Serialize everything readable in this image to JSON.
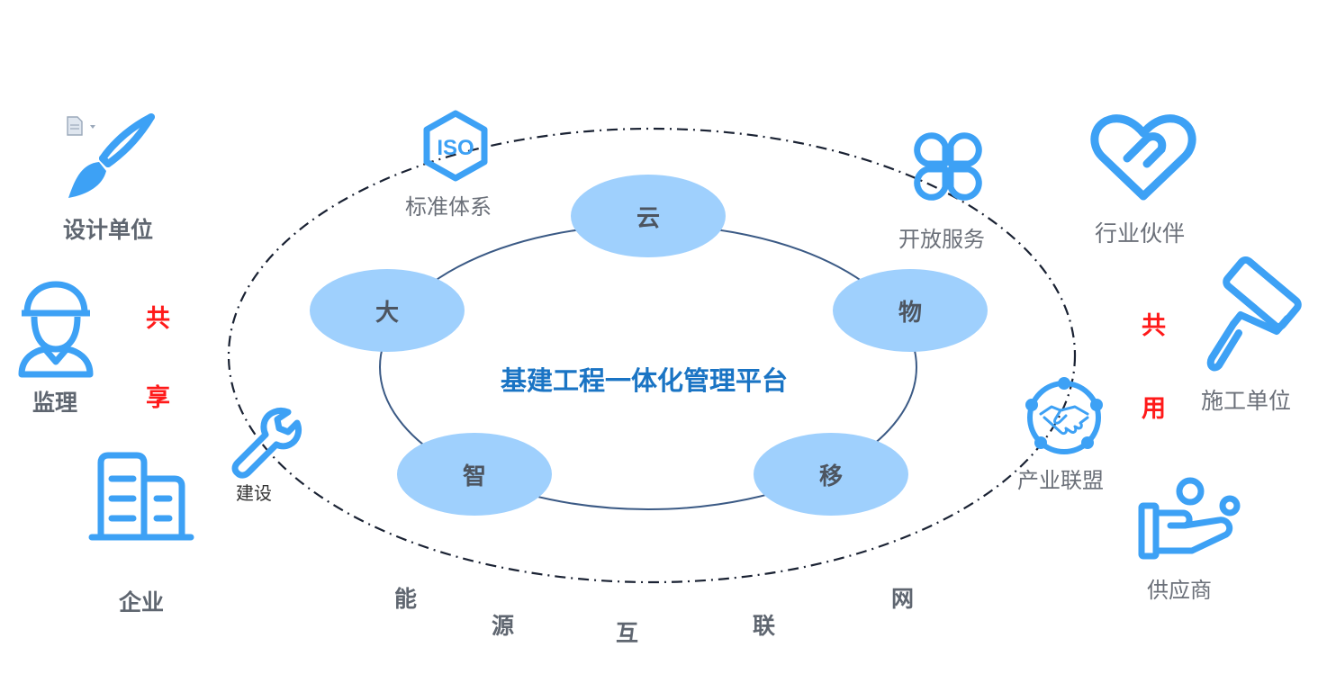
{
  "center_title": "基建工程一体化管理平台",
  "nodes": {
    "cloud": "云",
    "big": "大",
    "thing": "物",
    "smart": "智",
    "mobile": "移"
  },
  "outer_items": {
    "standard": "标准体系",
    "open_service": "开放服务",
    "alliance": "产业联盟",
    "construction": "建设"
  },
  "left": {
    "design": "设计单位",
    "supervision": "监理",
    "enterprise": "企业",
    "share1": "共",
    "share2": "享"
  },
  "right": {
    "partner": "行业伙伴",
    "builder": "施工单位",
    "supplier": "供应商",
    "use1": "共",
    "use2": "用"
  },
  "bottom_chars": [
    "能",
    "源",
    "互",
    "联",
    "网"
  ],
  "iso_text": "ISO",
  "colors": {
    "icon_blue": "#3da1f5",
    "node_fill": "#9fd0fd",
    "title_blue": "#1a74c4",
    "red": "#ff1a1a",
    "ring": "#3b5a85"
  }
}
